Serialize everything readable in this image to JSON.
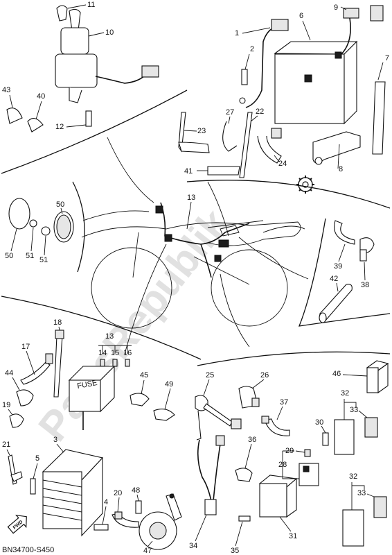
{
  "labels": {
    "n1": "1",
    "n2": "2",
    "n3": "3",
    "n4": "4",
    "n5": "5",
    "n6": "6",
    "n7": "7",
    "n8": "8",
    "n9": "9",
    "n10": "10",
    "n11": "11",
    "n12": "12",
    "n13a": "13",
    "n13b": "13",
    "n14": "14",
    "n15": "15",
    "n16": "16",
    "n17": "17",
    "n18": "18",
    "n19": "19",
    "n20": "20",
    "n21": "21",
    "n22": "22",
    "n23": "23",
    "n24": "24",
    "n25": "25",
    "n26": "26",
    "n27": "27",
    "n28": "28",
    "n29": "29",
    "n30": "30",
    "n31": "31",
    "n32a": "32",
    "n32b": "32",
    "n33a": "33",
    "n33b": "33",
    "n34": "34",
    "n35": "35",
    "n36": "36",
    "n37": "37",
    "n38": "38",
    "n39": "39",
    "n40": "40",
    "n41": "41",
    "n42": "42",
    "n43": "43",
    "n44": "44",
    "n45": "45",
    "n46": "46",
    "n47": "47",
    "n48": "48",
    "n49": "49",
    "n50a": "50",
    "n50b": "50",
    "n51a": "51",
    "n51b": "51"
  },
  "diagram_code": "BN34700-S450",
  "fwd_label": "FWD",
  "fuse_label": "FUSE",
  "watermark": "PartsRepublik",
  "colors": {
    "line": "#111111",
    "watermark": "#c9c9c9",
    "background": "#ffffff"
  },
  "icons": {
    "settings": "gear-icon",
    "direction": "fwd-arrow-icon"
  }
}
